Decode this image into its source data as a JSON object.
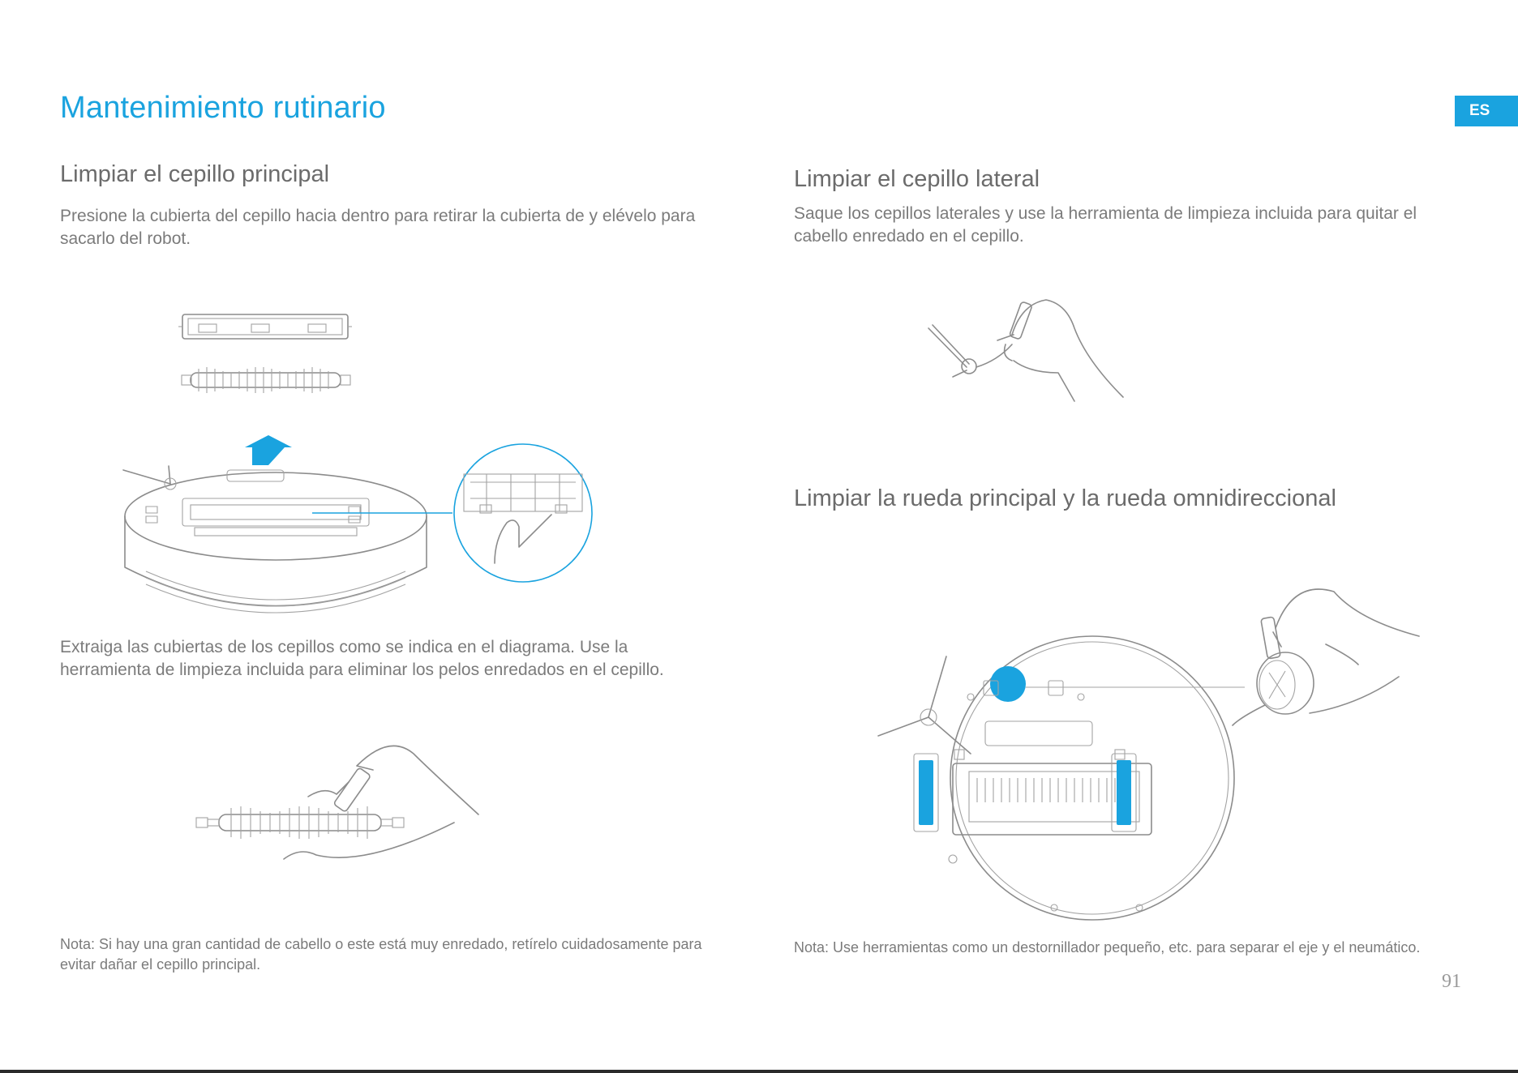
{
  "page": {
    "title": "Mantenimiento rutinario",
    "language_badge": "ES",
    "page_number": "91",
    "accent_color": "#1aa3df"
  },
  "left": {
    "heading": "Limpiar el cepillo principal",
    "instruction_1": "Presione la cubierta del cepillo hacia dentro para retirar la cubierta de y elévelo para sacarlo del robot.",
    "instruction_2": "Extraiga las cubiertas de los cepillos como se indica en el diagrama. Use la herramienta de limpieza incluida para eliminar los pelos enredados en el cepillo.",
    "note": "Nota: Si hay una gran cantidad de cabello o este está muy enredado, retírelo cuidadosamente para evitar dañar el cepillo principal."
  },
  "right": {
    "heading_1": "Limpiar el cepillo lateral",
    "instruction_1": "Saque los cepillos laterales  y use la herramienta de limpieza incluida para quitar el cabello enredado en el cepillo.",
    "heading_2": "Limpiar la rueda principal y la rueda omnidireccional",
    "note": "Nota: Use herramientas como un destornillador pequeño, etc. para separar el eje y el neumático."
  },
  "illustrations": [
    "main-brush-removal-illustration",
    "main-brush-cleaning-illustration",
    "side-brush-cleaning-illustration",
    "wheel-cleaning-illustration"
  ]
}
